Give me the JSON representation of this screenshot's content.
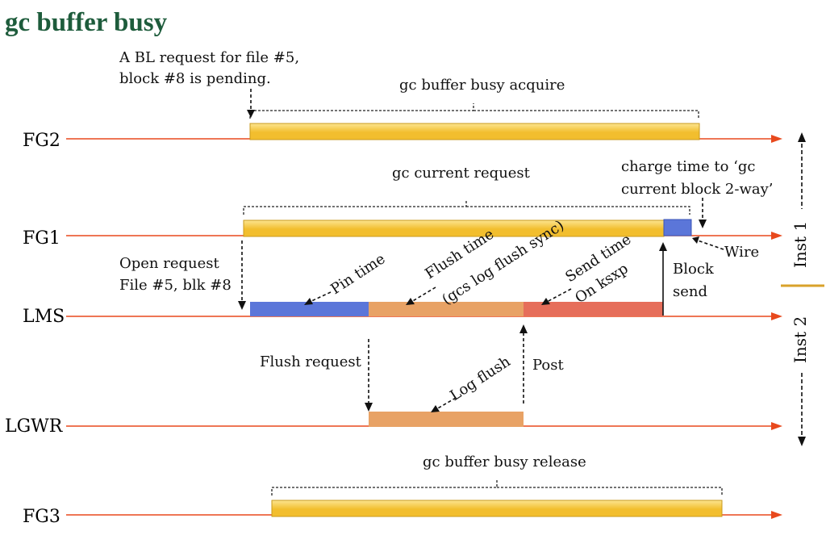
{
  "title": "gc buffer busy",
  "title_color": "#1e5c3c",
  "colors": {
    "timeline": "#e8491d",
    "bar_gold": "#f2be2e",
    "bar_gold_light": "#fde590",
    "bar_gold_edge": "#c99a1c",
    "bar_blue": "#5b76d9",
    "bar_orange": "#e8a265",
    "bar_red": "#e66e5a",
    "inst_divider": "#d9a22a"
  },
  "lanes": [
    "FG2",
    "FG1",
    "LMS",
    "LGWR",
    "FG3"
  ],
  "annotations": {
    "bl_request": [
      "A BL request for file #5,",
      "block #8 is pending."
    ],
    "acquire": "gc buffer busy acquire",
    "current_request": "gc current request",
    "charge_time": [
      "charge time to ‘gc",
      "current block 2-way’"
    ],
    "wire": "Wire",
    "open_request": [
      "Open request",
      "File #5, blk #8"
    ],
    "pin_time": "Pin time",
    "flush_time": [
      "Flush time",
      "(gcs log flush sync)"
    ],
    "send_time": [
      "Send time",
      "On ksxp"
    ],
    "block_send": [
      "Block",
      "send"
    ],
    "flush_request": "Flush request",
    "log_flush": "Log flush",
    "post": "Post",
    "release": "gc buffer busy release"
  },
  "instances": [
    "Inst 1",
    "Inst 2"
  ],
  "icons": [
    "arrow-icon",
    "brace-icon"
  ]
}
